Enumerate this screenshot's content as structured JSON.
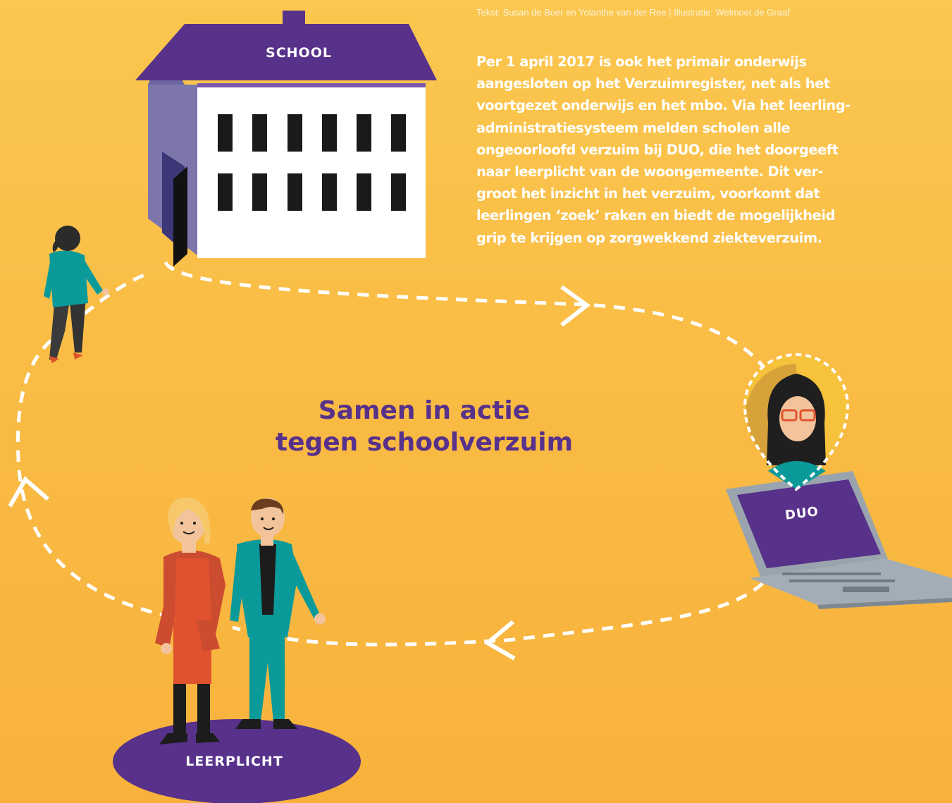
{
  "credit": "Tekst: Susan de Boer en Yolanthe van der Ree | Illustratie: Welmoet de Graaf",
  "intro_lines": [
    "Per 1 april 2017 is ook het primair onderwijs",
    "aangesloten op het Verzuimregister, net als het",
    "voortgezet onderwijs en het mbo. Via het leerling-",
    "administratiesysteem melden scholen alle",
    "ongeoorloofd verzuim bij DUO, die het doorgeeft",
    "naar leerplicht van de woongemeente. Dit ver-",
    "groot het inzicht in het verzuim, voorkomt dat",
    "leerlingen ‘zoek’ raken en biedt de mogelijkheid",
    "grip te krijgen op zorgwekkend ziekteverzuim."
  ],
  "headline": [
    "Samen in actie",
    "tegen schoolverzuim"
  ],
  "nodes": {
    "school": "SCHOOL",
    "duo": "DUO",
    "leerplicht": "LEERPLICHT"
  },
  "colors": {
    "background": "#fbc74f",
    "purple": "#57318a",
    "teal": "#0b9a9a",
    "red": "#e0522e",
    "white": "#ffffff"
  }
}
